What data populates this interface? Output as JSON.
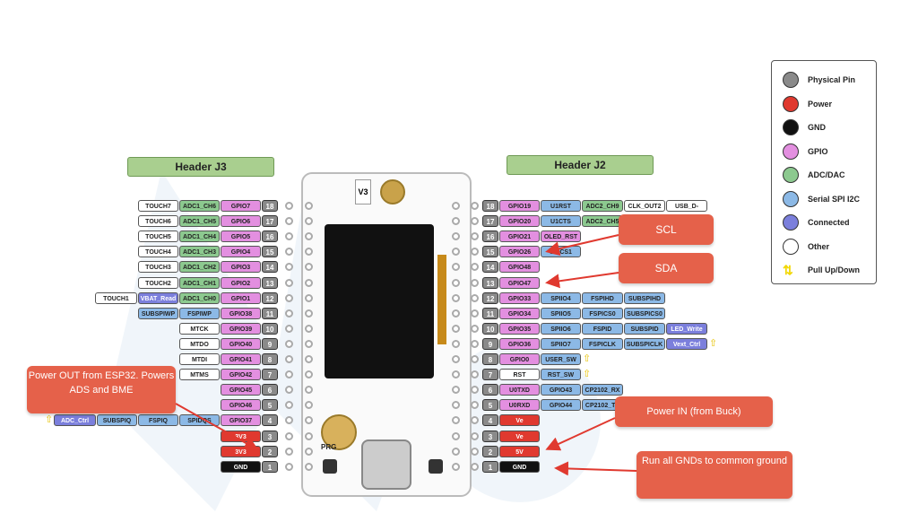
{
  "headers": {
    "j3": "Header J3",
    "j2": "Header J2"
  },
  "board": {
    "label_v3": "V3",
    "label_prg": "PRG"
  },
  "legend": {
    "items": [
      {
        "label": "Physical Pin",
        "color": "#8a8a8a"
      },
      {
        "label": "Power",
        "color": "#e0392f"
      },
      {
        "label": "GND",
        "color": "#111111"
      },
      {
        "label": "GPIO",
        "color": "#e38fe0"
      },
      {
        "label": "ADC/DAC",
        "color": "#8cc98f"
      },
      {
        "label": "Serial SPI I2C",
        "color": "#8cb9e6"
      },
      {
        "label": "Connected",
        "color": "#7b7fdc"
      },
      {
        "label": "Other",
        "color": "#ffffff"
      },
      {
        "label": "Pull Up/Down",
        "color": "#f2d700"
      }
    ]
  },
  "callouts": {
    "scl": "SCL",
    "sda": "SDA",
    "power_out": "Power OUT from ESP32. Powers ADS and BME",
    "power_in": "Power IN (from Buck)",
    "gnds": "Run all GNDs to common ground"
  },
  "left_pins": [
    {
      "num": "18",
      "gpio": "GPIO7",
      "adc": "ADC1_CH6",
      "other": "TOUCH7"
    },
    {
      "num": "17",
      "gpio": "GPIO6",
      "adc": "ADC1_CH5",
      "other": "TOUCH6"
    },
    {
      "num": "16",
      "gpio": "GPIO5",
      "adc": "ADC1_CH4",
      "other": "TOUCH5"
    },
    {
      "num": "15",
      "gpio": "GPIO4",
      "adc": "ADC1_CH3",
      "other": "TOUCH4"
    },
    {
      "num": "14",
      "gpio": "GPIO3",
      "adc": "ADC1_CH2",
      "other": "TOUCH3"
    },
    {
      "num": "13",
      "gpio": "GPIO2",
      "adc": "ADC1_CH1",
      "other": "TOUCH2"
    },
    {
      "num": "12",
      "gpio": "GPIO1",
      "adc": "ADC1_CH0",
      "conn": "VBAT_Read",
      "other": "TOUCH1"
    },
    {
      "num": "11",
      "gpio": "GPIO38",
      "serial": "FSPIWP",
      "serial2": "SUBSPIWP"
    },
    {
      "num": "10",
      "gpio": "GPIO39",
      "other": "MTCK"
    },
    {
      "num": "9",
      "gpio": "GPIO40",
      "other": "MTDO"
    },
    {
      "num": "8",
      "gpio": "GPIO41",
      "other": "MTDI"
    },
    {
      "num": "7",
      "gpio": "GPIO42",
      "other": "MTMS"
    },
    {
      "num": "6",
      "gpio": "GPIO45"
    },
    {
      "num": "5",
      "gpio": "GPIO46"
    },
    {
      "num": "4",
      "gpio": "GPIO37",
      "serial": "SPIDQS",
      "serial2": "FSPIQ",
      "serial3": "SUBSPIQ",
      "conn": "ADC_Ctrl"
    },
    {
      "num": "3",
      "power": "3V3"
    },
    {
      "num": "2",
      "power": "3V3"
    },
    {
      "num": "1",
      "gnd": "GND"
    }
  ],
  "right_pins": [
    {
      "num": "18",
      "gpio": "GPIO19",
      "serial": "U1RST",
      "adc": "ADC2_CH9",
      "other": "CLK_OUT2",
      "other2": "USB_D-"
    },
    {
      "num": "17",
      "gpio": "GPIO20",
      "serial": "U1CTS",
      "adc": "ADC2_CH5"
    },
    {
      "num": "16",
      "gpio": "GPIO21",
      "gpio2": "OLED_RST"
    },
    {
      "num": "15",
      "gpio": "GPIO26",
      "serial": "SPICS1"
    },
    {
      "num": "14",
      "gpio": "GPIO48"
    },
    {
      "num": "13",
      "gpio": "GPIO47"
    },
    {
      "num": "12",
      "gpio": "GPIO33",
      "serial": "SPIIO4",
      "serial2": "FSPIHD",
      "serial3": "SUBSPIHD"
    },
    {
      "num": "11",
      "gpio": "GPIO34",
      "serial": "SPIIO5",
      "serial2": "FSPICS0",
      "serial3": "SUBSPICS0"
    },
    {
      "num": "10",
      "gpio": "GPIO35",
      "serial": "SPIIO6",
      "serial2": "FSPID",
      "serial3": "SUBSPID",
      "conn": "LED_Write"
    },
    {
      "num": "9",
      "gpio": "GPIO36",
      "serial": "SPIIO7",
      "serial2": "FSPICLK",
      "serial3": "SUBSPICLK",
      "conn": "Vext_Ctrl"
    },
    {
      "num": "8",
      "gpio": "GPIO0",
      "serial": "USER_SW"
    },
    {
      "num": "7",
      "other": "RST",
      "serial": "RST_SW"
    },
    {
      "num": "6",
      "gpio": "U0TXD",
      "serial": "GPIO43",
      "serial2": "CP2102_RX"
    },
    {
      "num": "5",
      "gpio": "U0RXD",
      "serial": "GPIO44",
      "serial2": "CP2102_TX"
    },
    {
      "num": "4",
      "power": "Ve"
    },
    {
      "num": "3",
      "power": "Ve"
    },
    {
      "num": "2",
      "power": "5V"
    },
    {
      "num": "1",
      "gnd": "GND"
    }
  ]
}
